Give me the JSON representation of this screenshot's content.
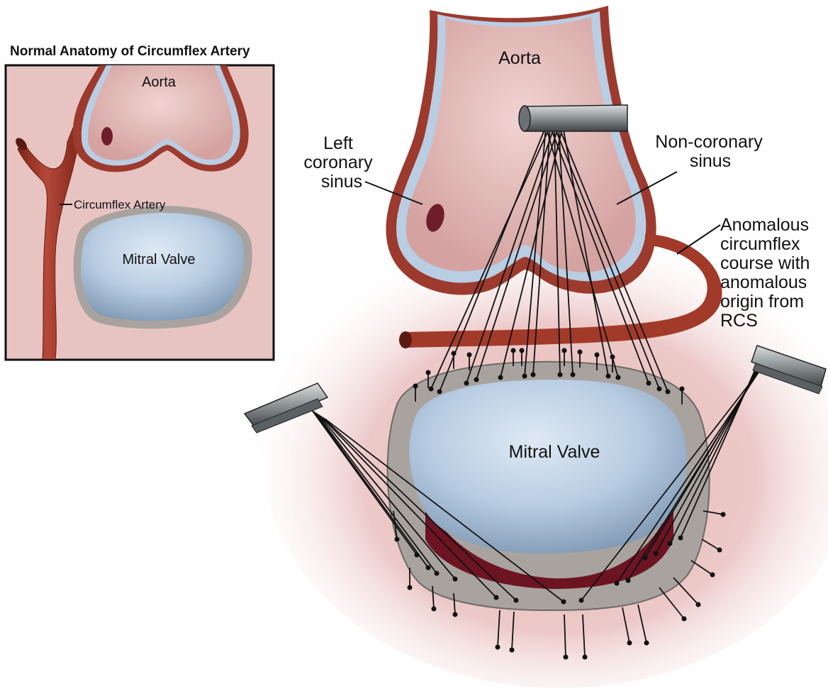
{
  "inset": {
    "title": "Normal Anatomy of Circumflex Artery",
    "aorta_label": "Aorta",
    "artery_label": "Circumflex Artery",
    "valve_label": "Mitral Valve"
  },
  "main": {
    "aorta_label": "Aorta",
    "left_sinus_label": [
      "Left",
      "coronary",
      "sinus"
    ],
    "noncoronary_label": [
      "Non-coronary",
      "sinus"
    ],
    "anomalous_label": [
      "Anomalous",
      "circumflex",
      "course with",
      "anomalous",
      "origin from",
      "RCS"
    ],
    "valve_label": "Mitral Valve"
  },
  "colors": {
    "tissue_pink": "#e8c0bf",
    "aorta_wall": "#9c3a2e",
    "aorta_lining": "#b9cde3",
    "artery_red": "#a23a2a",
    "valve_blue": "#b8cde2",
    "ring_gray": "#a9a39f",
    "suture_black": "#111111",
    "instrument_gray": "#8d9294"
  },
  "icons": [
    "suture-pledget-icon",
    "needle-holder-icon"
  ]
}
